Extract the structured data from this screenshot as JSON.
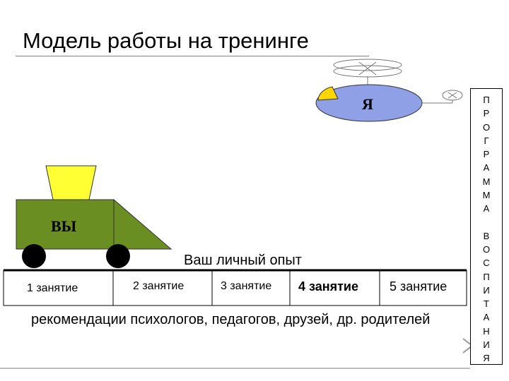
{
  "title": "Модель работы на тренинге",
  "train_label": "ВЫ",
  "trainer_label": "Я",
  "experience_label": "Ваш личный опыт",
  "lessons": [
    "1 занятие",
    "2 занятие",
    "3 занятие",
    "4 занятие",
    "5 занятие"
  ],
  "recommendations": "рекомендации психологов, педагогов, друзей, др. родителей",
  "side_word_1": "ПРОГРАММА",
  "side_word_2": "ВОСПИТАНИЯ",
  "colors": {
    "train_body": "#6b8e23",
    "hopper": "#ffff33",
    "disk": "#8fa0e6",
    "disk_wedge": "#ffd700",
    "wheel": "#000000"
  }
}
